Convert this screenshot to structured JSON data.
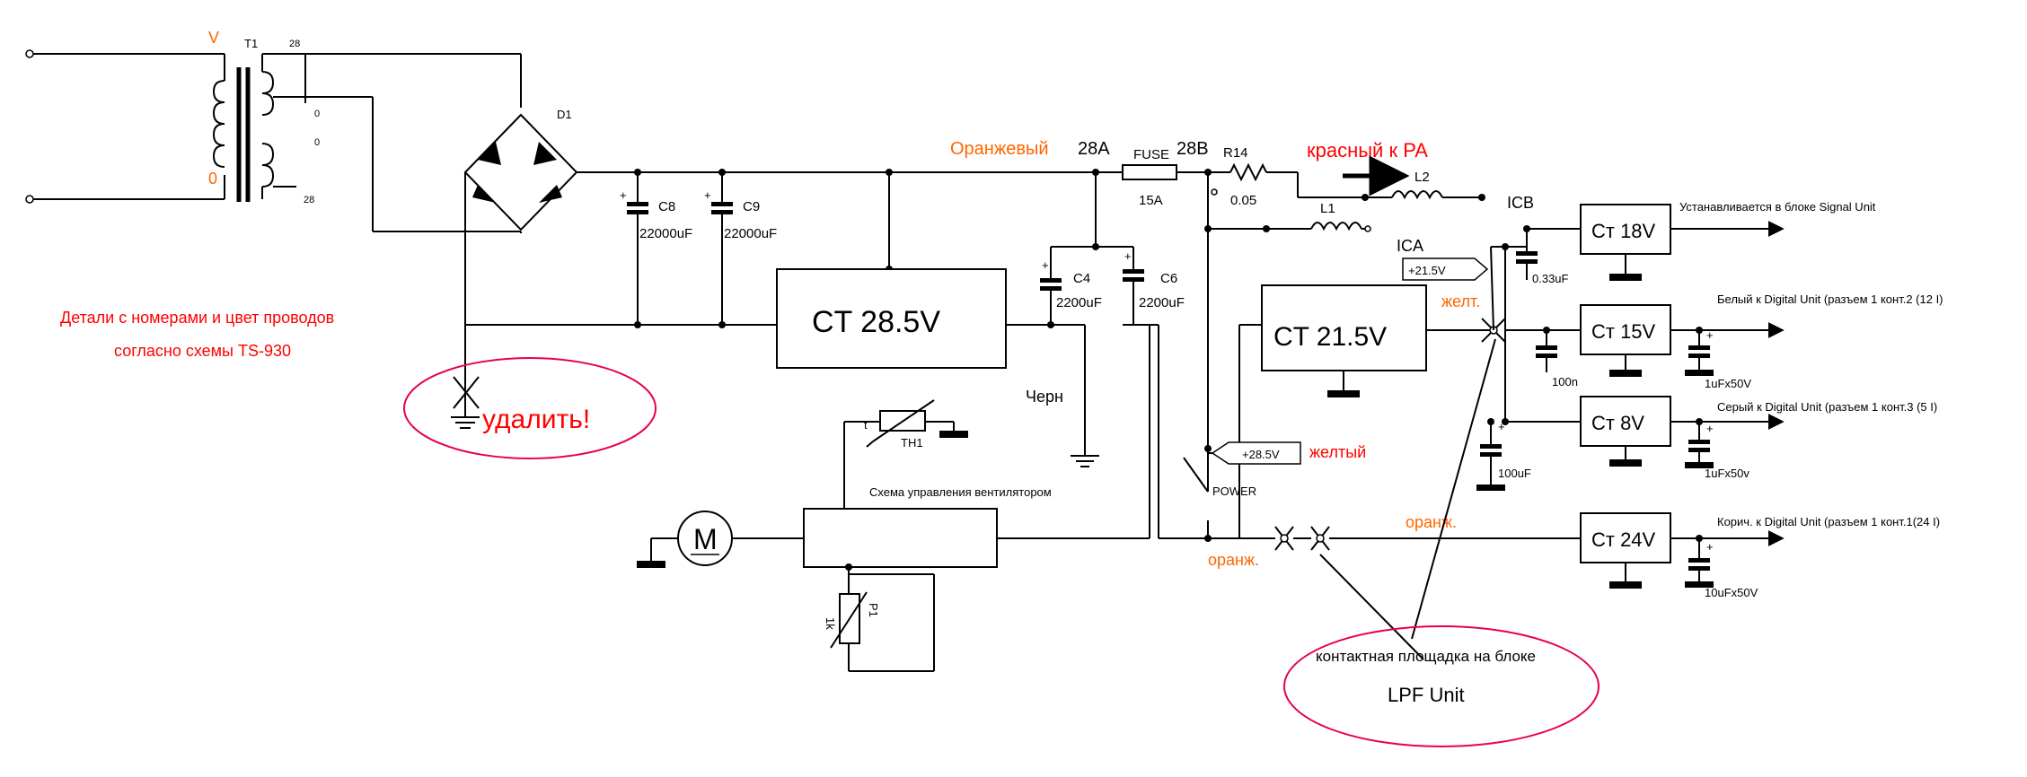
{
  "colors": {
    "wire": "#000000",
    "red_text": "#ff0000",
    "orange_text": "#ff6600",
    "ellipse_stroke": "#e8004f"
  },
  "transformer": {
    "ref": "T1",
    "v_label": "V",
    "zero_label": "0",
    "tap_top": "28",
    "tap_mid1": "0",
    "tap_mid2": "0",
    "tap_bottom": "28"
  },
  "bridge": {
    "ref": "D1"
  },
  "caps": {
    "c8": {
      "ref": "C8",
      "value": "22000uF"
    },
    "c9": {
      "ref": "C9",
      "value": "22000uF"
    },
    "c4": {
      "ref": "C4",
      "value": "2200uF"
    },
    "c6": {
      "ref": "C6",
      "value": "2200uF"
    }
  },
  "note": {
    "line1": "Детали с номерами и цвет проводов",
    "line2": "согласно схемы TS-930"
  },
  "remove": {
    "label": "удалить!"
  },
  "st285": {
    "label": "CT 28.5V"
  },
  "chern": {
    "label": "Черн"
  },
  "orange_28a": {
    "prefix": "Оранжевый",
    "suffix": "28A"
  },
  "fuse": {
    "ref": "FUSE",
    "value": "15A",
    "label_28b": "28B"
  },
  "r14": {
    "ref": "R14",
    "value": "0.05"
  },
  "red_to_pa": {
    "label": "красный к PA"
  },
  "inductors": {
    "l1": "L1",
    "l2": "L2"
  },
  "icb": {
    "label": "ICB"
  },
  "ica": {
    "label": "ICA"
  },
  "st215": {
    "label": "CT 21.5V"
  },
  "flag_215": {
    "label": "+21.5V"
  },
  "flag_285": {
    "label": "+28.5V"
  },
  "zhelt": {
    "short": "желт.",
    "full": "желтый"
  },
  "power": {
    "label": "POWER"
  },
  "orange_short": {
    "label": "оранж.",
    "label2": "оранж."
  },
  "fan": {
    "label": "Схема управления вентилятором",
    "motor": "M",
    "thermistor": "TH1",
    "t": "t",
    "pot_ref": "P1",
    "pot_value": "1k"
  },
  "c033": {
    "value": "0.33uF"
  },
  "c100n": {
    "value": "100n"
  },
  "c100u": {
    "value": "100uF"
  },
  "regs": {
    "st18": {
      "label": "Ст 18V",
      "dest": "Устанавливается в блоке Signal Unit"
    },
    "st15": {
      "label": "Ст 15V",
      "dest": "Белый к Digital Unit (разъем 1 конт.2 (12 I)",
      "cap": "1uFx50V"
    },
    "st8": {
      "label": "Ст 8V",
      "dest": "Серый к Digital Unit (разъем 1 конт.3 (5 I)",
      "cap": "1uFx50v"
    },
    "st24": {
      "label": "Ст 24V",
      "dest": "Корич. к Digital Unit (разъем 1 конт.1(24 I)",
      "cap": "10uFx50V"
    }
  },
  "lpf": {
    "line1": "контактная площадка на блоке",
    "line2": "LPF Unit"
  }
}
